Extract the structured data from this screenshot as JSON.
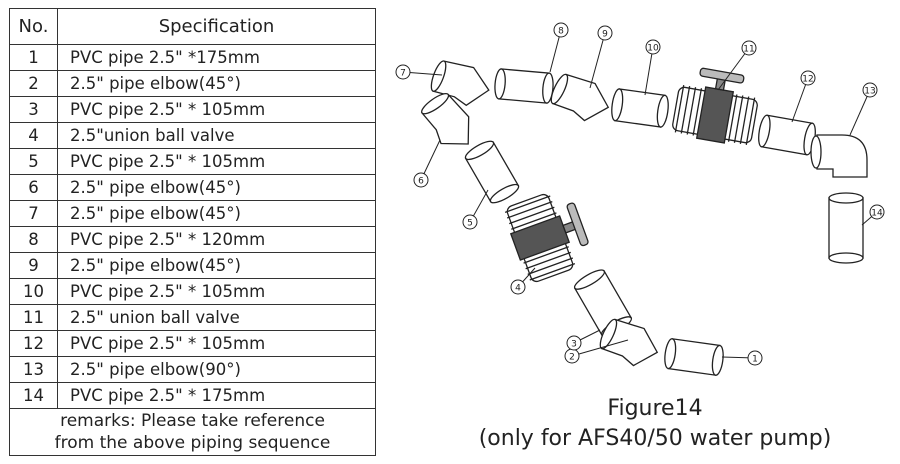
{
  "table": {
    "headers": {
      "no": "No.",
      "spec": "Specification"
    },
    "rows": [
      {
        "no": "1",
        "spec": "PVC pipe 2.5\" *175mm"
      },
      {
        "no": "2",
        "spec": "2.5\" pipe elbow(45°)"
      },
      {
        "no": "3",
        "spec": "PVC pipe 2.5\" * 105mm"
      },
      {
        "no": "4",
        "spec": "2.5\"union ball valve"
      },
      {
        "no": "5",
        "spec": "PVC pipe 2.5\" * 105mm"
      },
      {
        "no": "6",
        "spec": "2.5\" pipe elbow(45°)"
      },
      {
        "no": "7",
        "spec": "2.5\" pipe elbow(45°)"
      },
      {
        "no": "8",
        "spec": "PVC pipe 2.5\" * 120mm"
      },
      {
        "no": "9",
        "spec": "2.5\" pipe elbow(45°)"
      },
      {
        "no": "10",
        "spec": "PVC pipe 2.5\" * 105mm"
      },
      {
        "no": "11",
        "spec": "2.5\" union ball valve"
      },
      {
        "no": "12",
        "spec": "PVC pipe 2.5\" * 105mm"
      },
      {
        "no": "13",
        "spec": "2.5\" pipe elbow(90°)"
      },
      {
        "no": "14",
        "spec": "PVC pipe 2.5\" * 175mm"
      }
    ],
    "remarks_line1": "remarks:  Please take reference",
    "remarks_line2": "from the above piping sequence"
  },
  "figure": {
    "title": "Figure14",
    "subtitle": "(only for AFS40/50 water pump)",
    "callouts": [
      "1",
      "2",
      "3",
      "4",
      "5",
      "6",
      "7",
      "8",
      "9",
      "10",
      "11",
      "12",
      "13",
      "14"
    ]
  }
}
